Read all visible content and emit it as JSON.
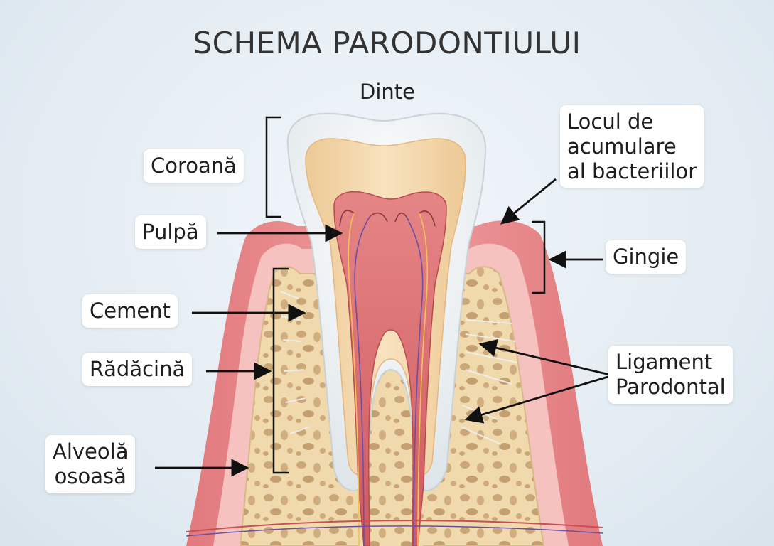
{
  "title": "SCHEMA PARODONTIULUI",
  "labels": {
    "dinte": "Dinte",
    "coroana": "Coroană",
    "pulpa": "Pulpă",
    "cement": "Cement",
    "radacina": "Rădăcină",
    "alveola_line1": "Alveolă",
    "alveola_line2": "osoasă",
    "locul_line1": "Locul de",
    "locul_line2": "acumulare",
    "locul_line3": "al bacteriilor",
    "gingie": "Gingie",
    "ligament_line1": "Ligament",
    "ligament_line2": "Parodontal"
  },
  "colors": {
    "gum": "#e68a8c",
    "gum_light": "#f4b5b4",
    "bone": "#ecd6aa",
    "bone_pore": "#c9a477",
    "enamel": "#ffffff",
    "dentin": "#f3d3a6",
    "pulp": "#d9646a",
    "cementum": "#e9eef2"
  }
}
